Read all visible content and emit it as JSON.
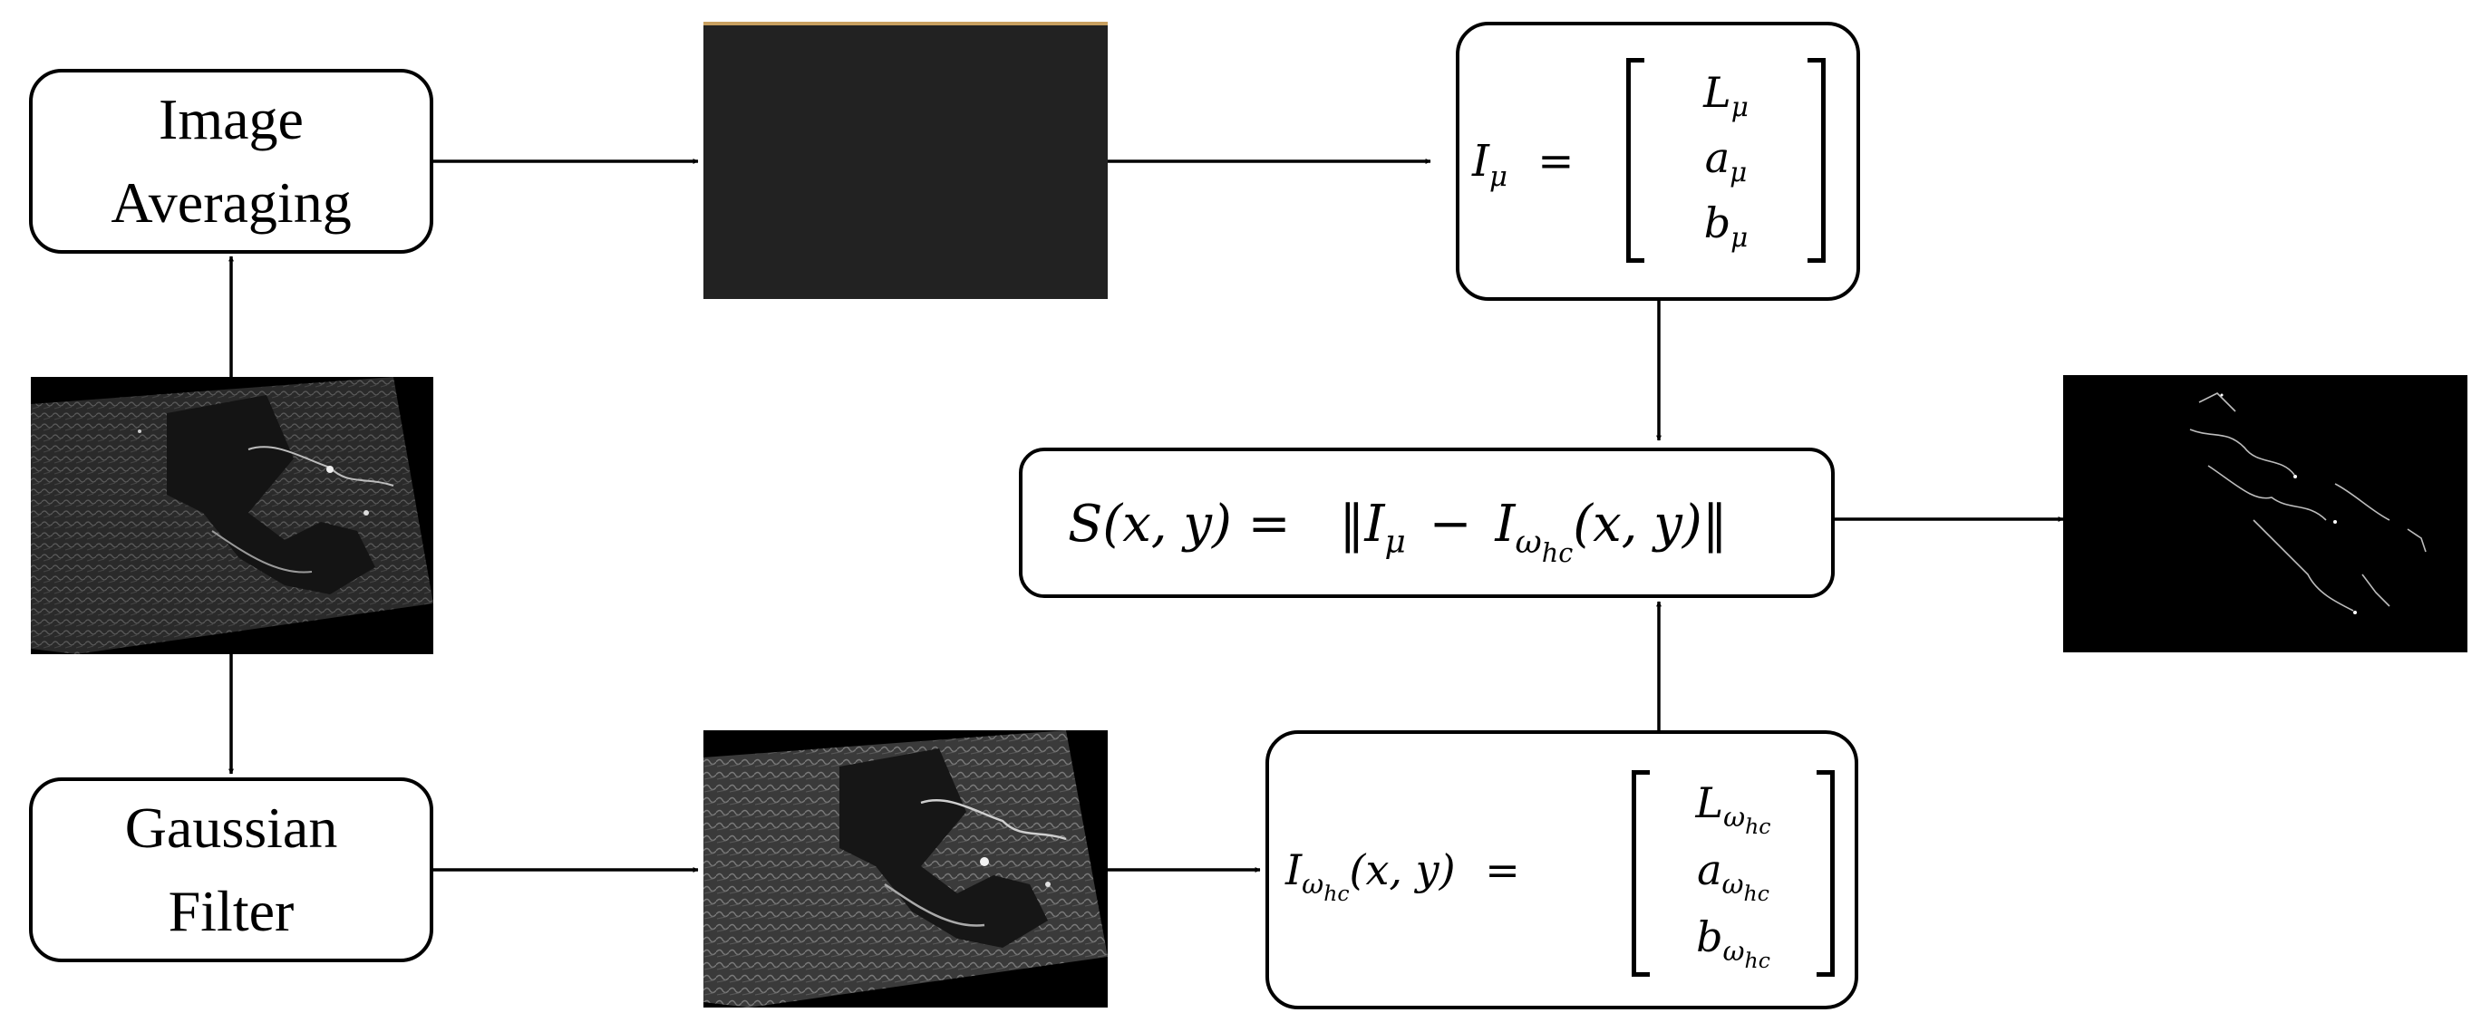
{
  "boxes": {
    "averaging": {
      "line1": "Image",
      "line2": "Averaging"
    },
    "gaussian": {
      "line1": "Gaussian",
      "line2": "Filter"
    }
  },
  "formulas": {
    "mean_vector": {
      "lhs_symbol": "I",
      "lhs_sub": "μ",
      "equals": "=",
      "entries": [
        {
          "symbol": "L",
          "sub": "μ"
        },
        {
          "symbol": "a",
          "sub": "μ"
        },
        {
          "symbol": "b",
          "sub": "μ"
        }
      ]
    },
    "saliency": {
      "lhs": "S(x, y) =",
      "norm_open": "‖",
      "term1_symbol": "I",
      "term1_sub": "μ",
      "minus": "−",
      "term2_symbol": "I",
      "term2_sub_main": "ω",
      "term2_sub_sub": "hc",
      "term2_args": "(x, y)",
      "norm_close": "‖"
    },
    "blurred_vector": {
      "lhs_symbol": "I",
      "lhs_sub_main": "ω",
      "lhs_sub_sub": "hc",
      "lhs_args": "(x, y)",
      "equals": "=",
      "entries": [
        {
          "symbol": "L",
          "sub_main": "ω",
          "sub_sub": "hc"
        },
        {
          "symbol": "a",
          "sub_main": "ω",
          "sub_sub": "hc"
        },
        {
          "symbol": "b",
          "sub_main": "ω",
          "sub_sub": "hc"
        }
      ]
    }
  },
  "colors": {
    "stroke": "#000000",
    "average_image_fill": "#222222",
    "average_image_top_edge": "#c8a060",
    "thumbnail_background": "#000000"
  }
}
